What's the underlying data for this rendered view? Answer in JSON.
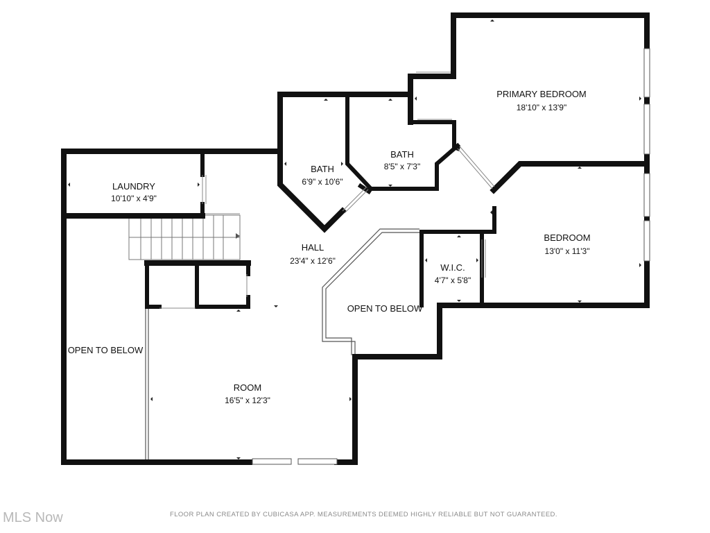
{
  "rooms": {
    "laundry": {
      "name": "LAUNDRY",
      "dims": "10'10\" x 4'9\""
    },
    "bath1": {
      "name": "BATH",
      "dims": "6'9\" x 10'6\""
    },
    "bath2": {
      "name": "BATH",
      "dims": "8'5\" x 7'3\""
    },
    "primary_bedroom": {
      "name": "PRIMARY BEDROOM",
      "dims": "18'10\" x 13'9\""
    },
    "bedroom": {
      "name": "BEDROOM",
      "dims": "13'0\" x 11'3\""
    },
    "wic": {
      "name": "W.I.C.",
      "dims": "4'7\" x 5'8\""
    },
    "hall": {
      "name": "HALL",
      "dims": "23'4\" x 12'6\""
    },
    "room": {
      "name": "ROOM",
      "dims": "16'5\" x 12'3\""
    },
    "open_left": {
      "name": "OPEN TO BELOW"
    },
    "open_center": {
      "name": "OPEN TO BELOW"
    }
  },
  "footer": {
    "disclaimer": "FLOOR PLAN CREATED BY CUBICASA APP. MEASUREMENTS DEEMED HIGHLY RELIABLE BUT NOT GUARANTEED.",
    "watermark": "MLS Now"
  }
}
